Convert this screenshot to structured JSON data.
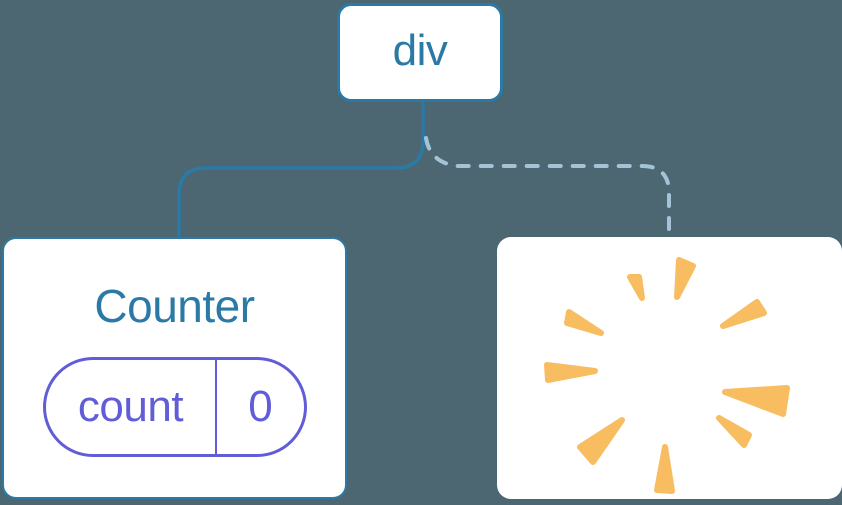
{
  "diagram": {
    "description": "component tree diagram",
    "root_node": {
      "label": "div"
    },
    "counter_node": {
      "title": "Counter",
      "state": {
        "key": "count",
        "value": "0"
      }
    },
    "removed_node": {
      "icon": "poof-burst"
    }
  },
  "colors": {
    "node_blue": "#2b7aa6",
    "dashed_blue": "#a4c3d7",
    "state_purple": "#615dd8",
    "poof_orange": "#f8bc61",
    "card_white": "#ffffff",
    "canvas_bg": "#4c6772"
  }
}
